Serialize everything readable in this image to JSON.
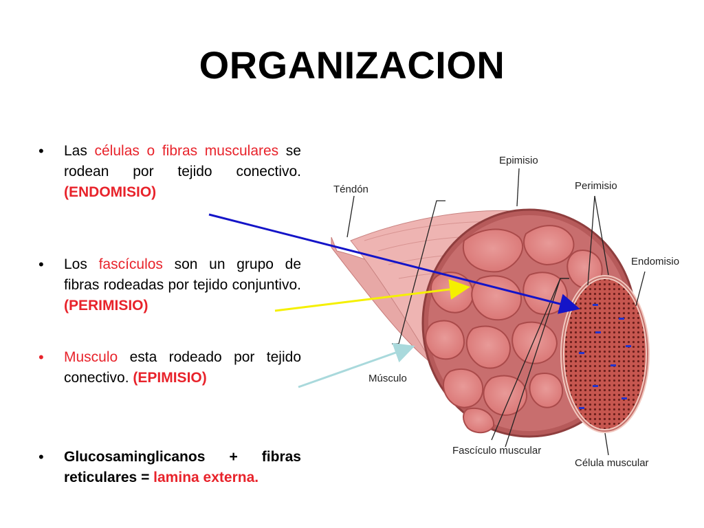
{
  "slide": {
    "title": "ORGANIZACION"
  },
  "bullets": [
    {
      "t1": "Las",
      "t2": "células o fibras musculares",
      "t3": " se rodean por tejido conectivo. ",
      "t4": "(ENDOMISIO)"
    },
    {
      "t1": "Los ",
      "t2": "fascículos",
      "t3": " son un grupo de fibras rodeadas por tejido conjuntivo.  ",
      "t4": "(PERIMISIO)"
    },
    {
      "t1": "Musculo",
      "t2": " esta rodeado por tejido conectivo. ",
      "t3": "(EPIMISIO)"
    },
    {
      "t1": "Glucosaminglicanos + fibras reticulares = ",
      "t2": "lamina externa."
    }
  ],
  "diagram": {
    "labels": {
      "epimisio": "Epimisio",
      "tendon": "Téndón",
      "perimisio": "Perimisio",
      "endomisio": "Endomisio",
      "musculo": "Músculo",
      "fasciculo": "Fascículo muscular",
      "celula": "Célula muscular"
    }
  },
  "colors": {
    "accent_red": "#e8232b",
    "arrow_endomisio": "#1414c8",
    "arrow_perimisio": "#f5f000",
    "arrow_epimisio": "#a9d9dc",
    "muscle_fill": "#e8a0a0",
    "muscle_dark": "#b85a5a"
  }
}
